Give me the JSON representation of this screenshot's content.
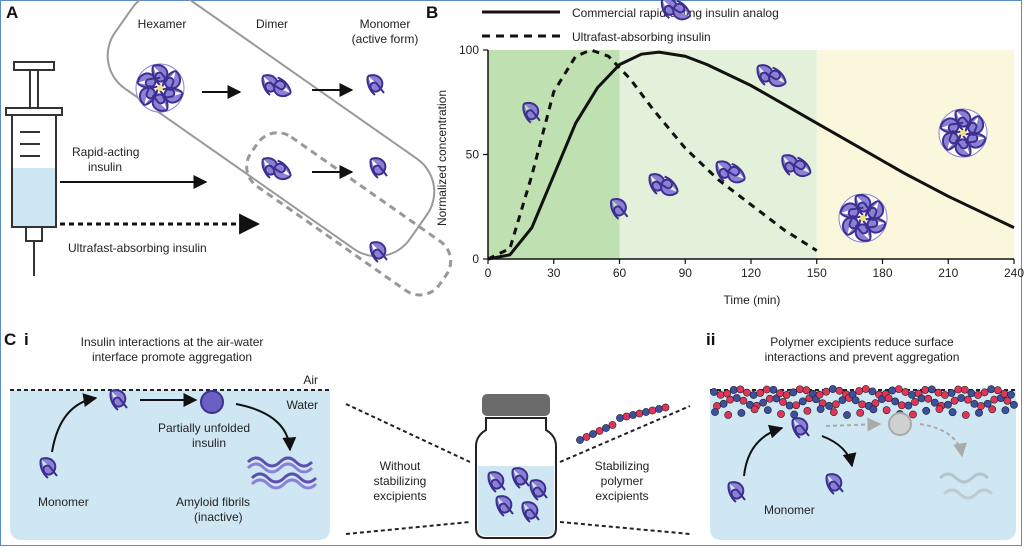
{
  "panels": {
    "a": "A",
    "b": "B",
    "c": "C",
    "ci": "i",
    "cii": "ii"
  },
  "panel_a": {
    "hexamer": "Hexamer",
    "dimer": "Dimer",
    "monomer_line1": "Monomer",
    "monomer_line2": "(active form)",
    "rapid_line1": "Rapid-acting",
    "rapid_line2": "insulin",
    "ultrafast": "Ultrafast-absorbing insulin"
  },
  "panel_c": {
    "i_title_line1": "Insulin interactions at the air-water",
    "i_title_line2": "interface promote aggregation",
    "air": "Air",
    "water": "Water",
    "partial_line1": "Partially unfolded",
    "partial_line2": "insulin",
    "monomer": "Monomer",
    "fibrils_line1": "Amyloid fibrils",
    "fibrils_line2": "(inactive)",
    "without_line1": "Without",
    "without_line2": "stabilizing",
    "without_line3": "excipients",
    "stab_line1": "Stabilizing",
    "stab_line2": "polymer",
    "stab_line3": "excipients",
    "ii_title_line1": "Polymer excipients reduce surface",
    "ii_title_line2": "interactions and prevent aggregation",
    "ii_monomer": "Monomer"
  },
  "colors": {
    "insulin": "#5b4fb3",
    "water": "#cfe7f3",
    "green_dark": "#bfe0b0",
    "green_light": "#e3f1da",
    "yellow": "#fbf7dc",
    "polymer_red": "#e0355a",
    "polymer_blue": "#3c4fa0"
  },
  "chart_data": {
    "type": "line",
    "xlabel": "Time (min)",
    "ylabel": "Normalized concentration",
    "xlim": [
      0,
      240
    ],
    "ylim": [
      0,
      100
    ],
    "xticks": [
      0,
      30,
      60,
      90,
      120,
      150,
      180,
      210,
      240
    ],
    "yticks": [
      0,
      50,
      100
    ],
    "shaded_regions_x": [
      [
        0,
        60
      ],
      [
        60,
        150
      ],
      [
        150,
        240
      ]
    ],
    "series": [
      {
        "name": "Commercial rapid-acting insulin analog",
        "style": "solid",
        "x": [
          0,
          10,
          20,
          30,
          40,
          50,
          60,
          70,
          78,
          90,
          100,
          120,
          140,
          150,
          170,
          190,
          210,
          230,
          240
        ],
        "y": [
          0,
          2,
          15,
          40,
          65,
          82,
          93,
          98,
          99,
          97,
          93,
          83,
          71,
          65,
          53,
          41,
          30,
          20,
          15
        ]
      },
      {
        "name": "Ultrafast-absorbing insulin",
        "style": "dashed",
        "x": [
          0,
          10,
          20,
          30,
          40,
          47,
          55,
          65,
          75,
          90,
          105,
          120,
          135,
          150
        ],
        "y": [
          0,
          5,
          40,
          80,
          97,
          100,
          97,
          86,
          72,
          53,
          38,
          26,
          14,
          4
        ]
      }
    ]
  }
}
